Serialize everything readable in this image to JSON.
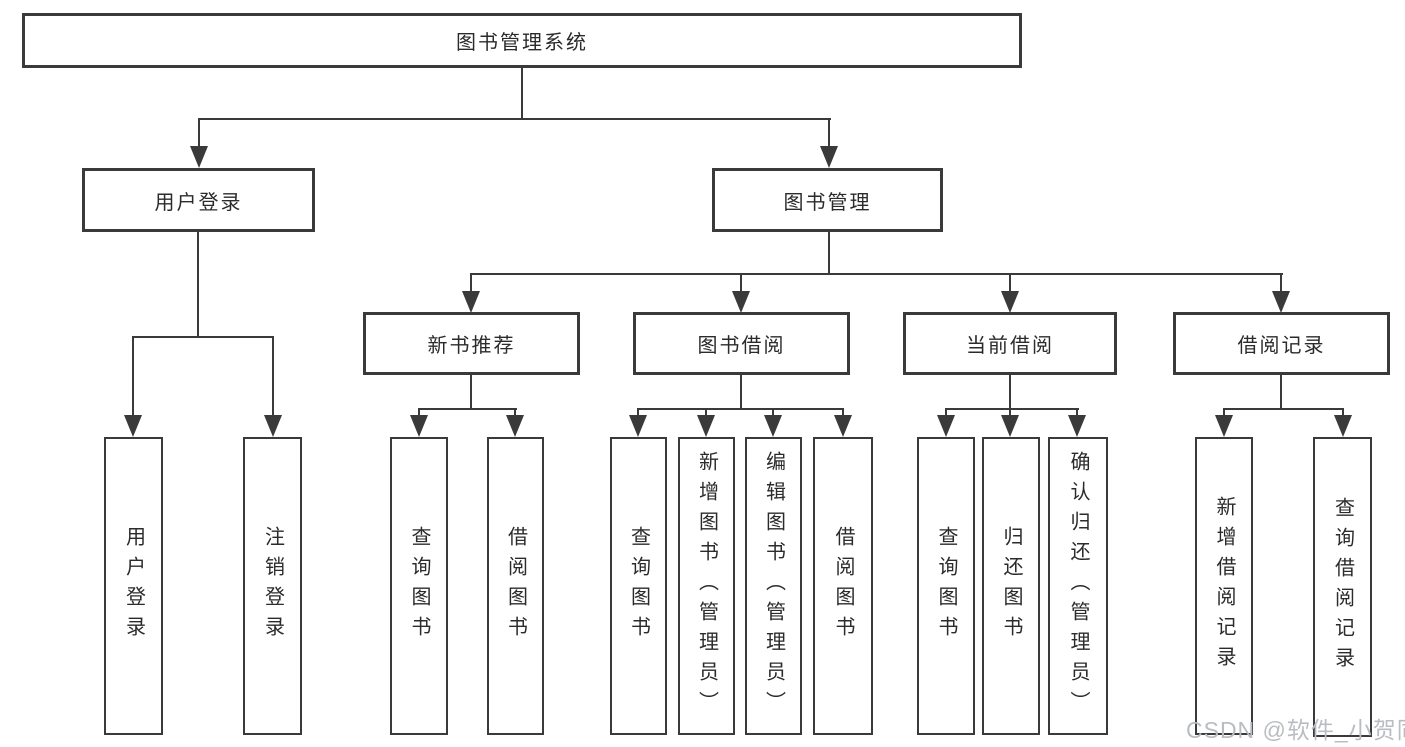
{
  "colors": {
    "line": "#3a3a3a",
    "text": "#2b2b2b",
    "background": "#ffffff",
    "watermark": "#b9bdc2"
  },
  "watermark": "CSDN @软件_小贺同学",
  "tree": {
    "root": "图书管理系统",
    "branches": [
      {
        "label": "用户登录",
        "children": [
          "用户登录",
          "注销登录"
        ]
      },
      {
        "label": "图书管理",
        "groups": [
          {
            "label": "新书推荐",
            "children": [
              "查询图书",
              "借阅图书"
            ]
          },
          {
            "label": "图书借阅",
            "children": [
              "查询图书",
              "新增图书（管理员）",
              "编辑图书（管理员）",
              "借阅图书"
            ]
          },
          {
            "label": "当前借阅",
            "children": [
              "查询图书",
              "归还图书",
              "确认归还（管理员）"
            ]
          },
          {
            "label": "借阅记录",
            "children": [
              "新增借阅记录",
              "查询借阅记录"
            ]
          }
        ]
      }
    ]
  }
}
